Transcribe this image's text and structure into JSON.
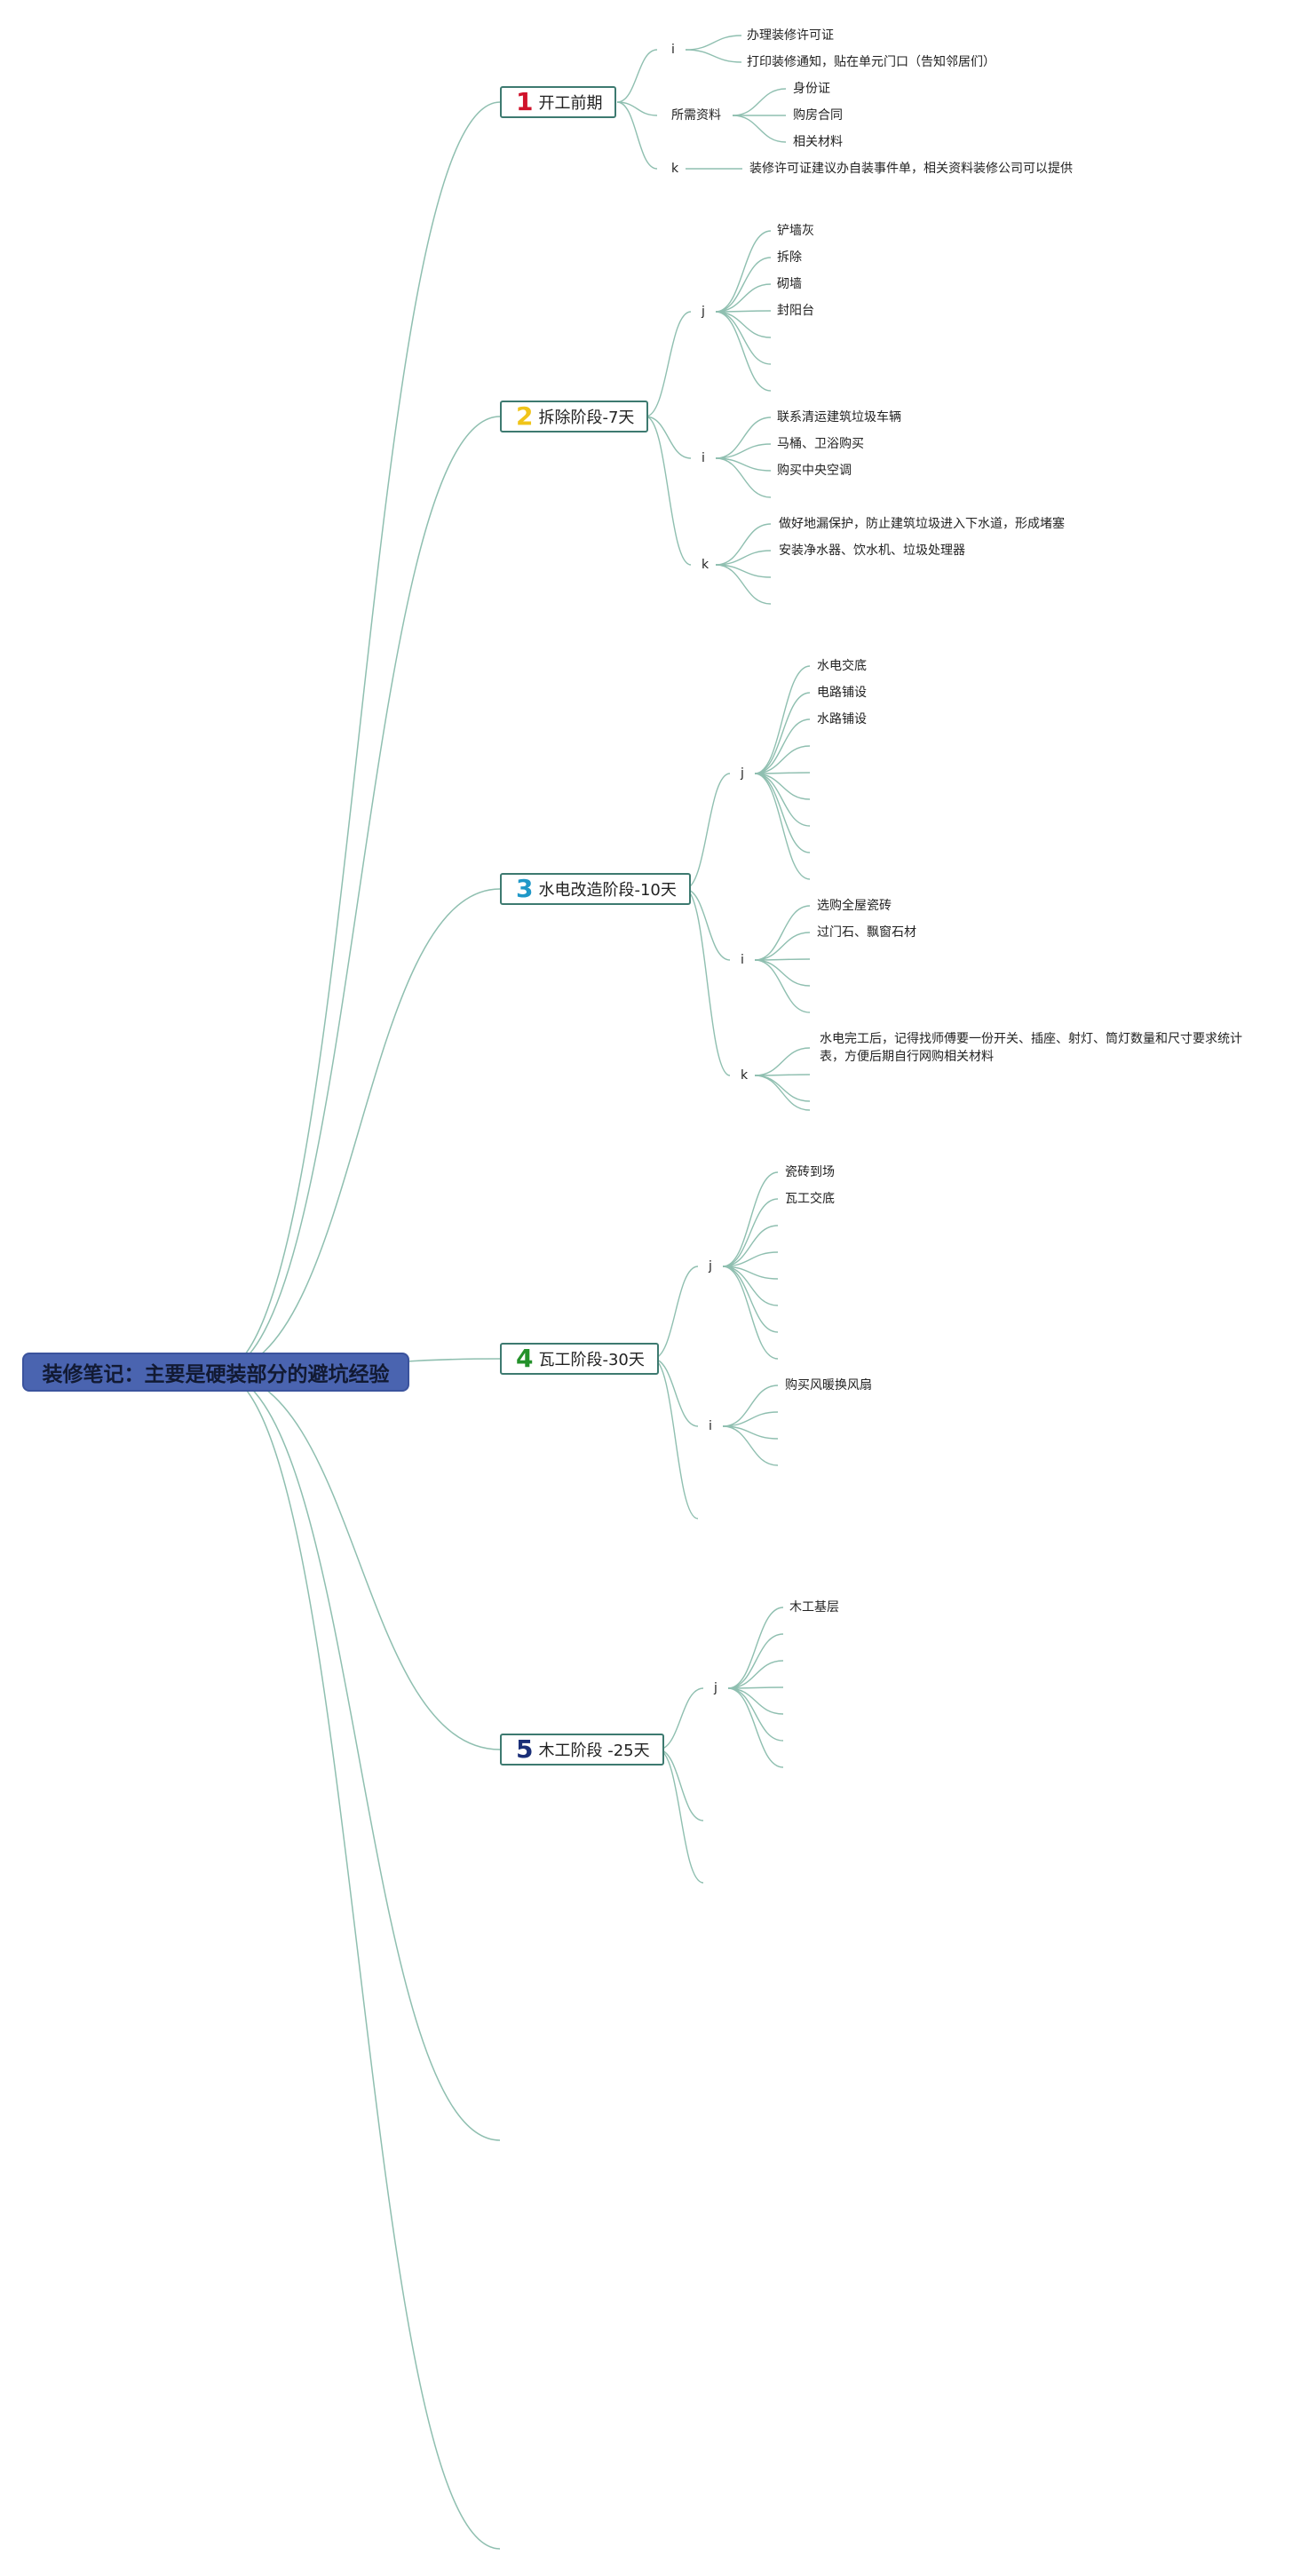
{
  "root": {
    "title": "装修笔记：主要是硬装部分的避坑经验"
  },
  "stages": [
    {
      "num": "1",
      "num_color": "#d0142c",
      "label": "开工前期",
      "groups": [
        {
          "label": "i",
          "items": [
            "办理装修许可证",
            "打印装修通知，贴在单元门口（告知邻居们）"
          ]
        },
        {
          "label": "所需资料",
          "items": [
            "身份证",
            "购房合同",
            "相关材料"
          ]
        },
        {
          "label": "k",
          "items": [
            "装修许可证建议办自装事件单，相关资料装修公司可以提供"
          ]
        }
      ]
    },
    {
      "num": "2",
      "num_color": "#f0c419",
      "label": "拆除阶段-7天",
      "groups": [
        {
          "label": "j",
          "items": [
            "铲墙灰",
            "拆除",
            "砌墙",
            "封阳台"
          ]
        },
        {
          "label": "i",
          "items": [
            "联系清运建筑垃圾车辆",
            "马桶、卫浴购买",
            "购买中央空调"
          ]
        },
        {
          "label": "k",
          "items": [
            "做好地漏保护，防止建筑垃圾进入下水道，形成堵塞",
            "安装净水器、饮水机、垃圾处理器"
          ]
        }
      ]
    },
    {
      "num": "3",
      "num_color": "#1f98c8",
      "label": "水电改造阶段-10天",
      "groups": [
        {
          "label": "j",
          "items": [
            "水电交底",
            "电路铺设",
            "水路铺设"
          ]
        },
        {
          "label": "i",
          "items": [
            "选购全屋瓷砖",
            "过门石、飘窗石材"
          ]
        },
        {
          "label": "k",
          "items": [
            "水电完工后，记得找师傅要一份开关、插座、射灯、筒灯数量和尺寸要求统计表，方便后期自行网购相关材料"
          ]
        }
      ]
    },
    {
      "num": "4",
      "num_color": "#23912a",
      "label": "瓦工阶段-30天",
      "groups": [
        {
          "label": "j",
          "items": [
            "瓷砖到场",
            "瓦工交底"
          ]
        },
        {
          "label": "i",
          "items": [
            "购买风暖换风扇"
          ]
        }
      ]
    },
    {
      "num": "5",
      "num_color": "#1a2f78",
      "label": "木工阶段 -25天",
      "groups": [
        {
          "label": "j",
          "items": [
            "木工基层"
          ]
        }
      ]
    }
  ]
}
